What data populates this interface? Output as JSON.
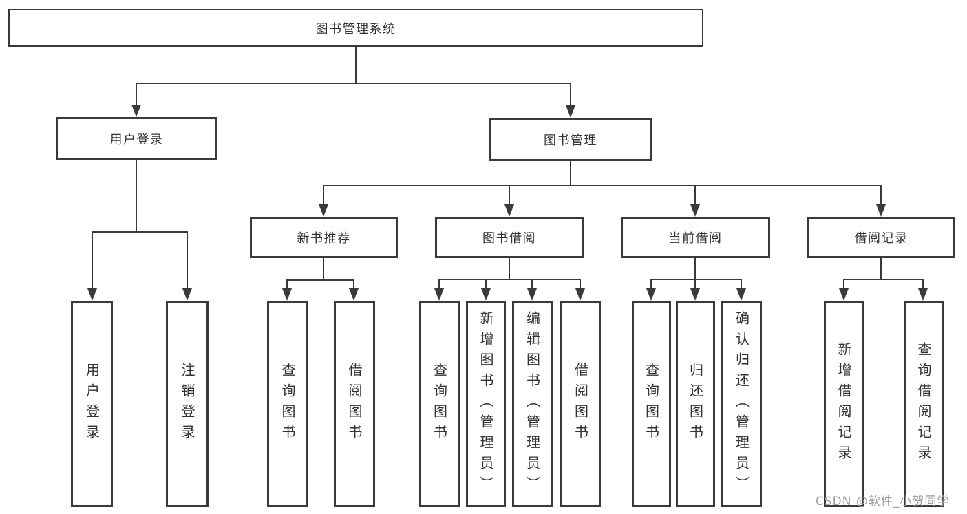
{
  "diagram": {
    "root": "图书管理系统",
    "user_login": {
      "label": "用户登录",
      "children": {
        "login": "用户登录",
        "logout": "注销登录"
      }
    },
    "book_mgmt": {
      "label": "图书管理",
      "new_book_rec": {
        "label": "新书推荐",
        "children": {
          "query_books": "查询图书",
          "borrow_books": "借阅图书"
        }
      },
      "book_borrow": {
        "label": "图书借阅",
        "children": {
          "query_books": "查询图书",
          "add_books": "新增图书（管理员）",
          "edit_books": "编辑图书（管理员）",
          "borrow_books": "借阅图书"
        }
      },
      "current_borrow": {
        "label": "当前借阅",
        "children": {
          "query_books": "查询图书",
          "return_books": "归还图书",
          "confirm_return": "确认归还（管理员）"
        }
      },
      "borrow_records": {
        "label": "借阅记录",
        "children": {
          "add_record": "新增借阅记录",
          "query_record": "查询借阅记录"
        }
      }
    }
  },
  "watermark": "CSDN @软件_小贺同学",
  "colors": {
    "line": "#3a3a3a",
    "text": "#333333",
    "watermark": "#9e9e9e",
    "background": "#ffffff"
  }
}
